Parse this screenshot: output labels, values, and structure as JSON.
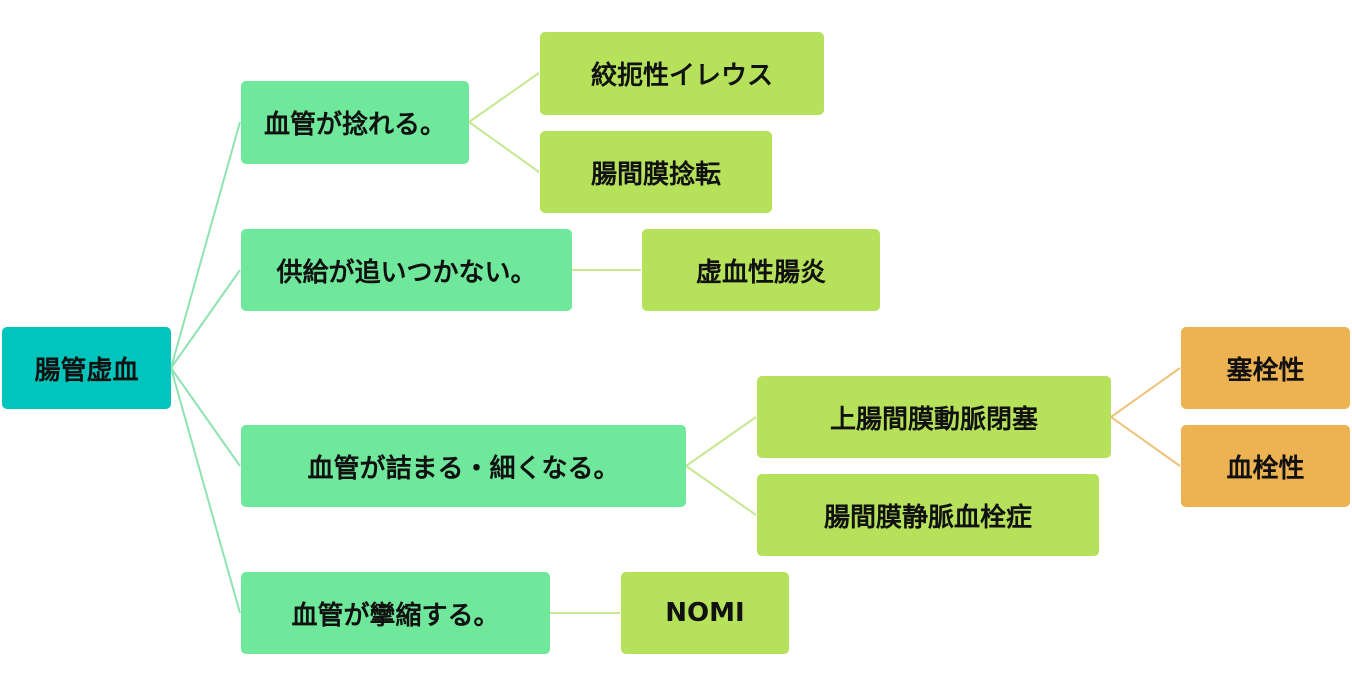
{
  "diagram": {
    "root": {
      "label": "腸管虚血"
    },
    "causes": [
      {
        "label": "血管が捻れる。"
      },
      {
        "label": "供給が追いつかない。"
      },
      {
        "label": "血管が詰まる・細くなる。"
      },
      {
        "label": "血管が攣縮する。"
      }
    ],
    "diseases": [
      {
        "label": "絞扼性イレウス"
      },
      {
        "label": "腸間膜捻転"
      },
      {
        "label": "虚血性腸炎"
      },
      {
        "label": "上腸間膜動脈閉塞"
      },
      {
        "label": "腸間膜静脈血栓症"
      },
      {
        "label": "NOMI"
      }
    ],
    "subtypes": [
      {
        "label": "塞栓性"
      },
      {
        "label": "血栓性"
      }
    ]
  },
  "colors": {
    "root_fill": "#00c5bd",
    "cause_fill": "#6fe89b",
    "disease_fill": "#b5e15b",
    "subtype_fill": "#edb251",
    "root_connector": "#8ee3b1",
    "cause_connector": "#c5e890",
    "subtype_connector": "#efc27a"
  }
}
